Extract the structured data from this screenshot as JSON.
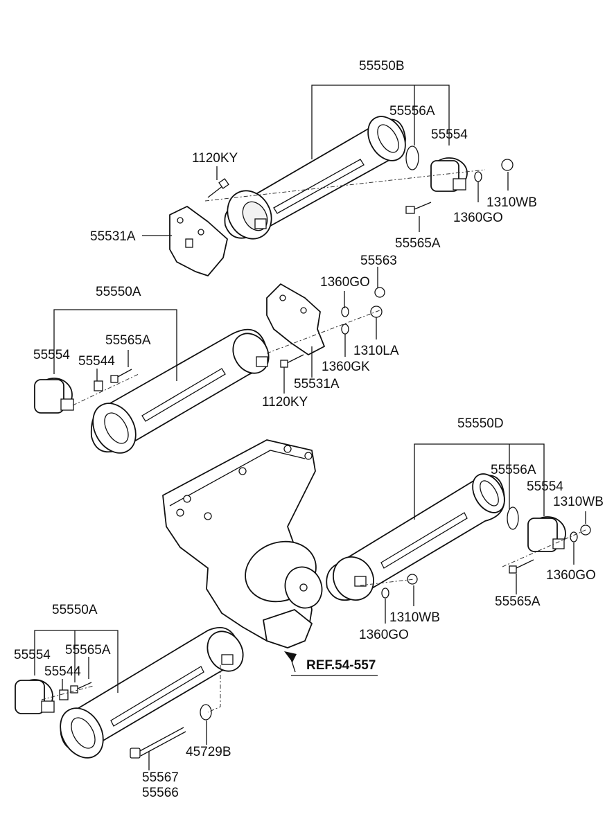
{
  "labels": {
    "top_assembly": "55550B",
    "top_snap_ring": "55556A",
    "top_bushing": "55554",
    "top_bolt": "1120KY",
    "top_bracket": "55531A",
    "top_nut": "1310WB",
    "top_washer": "1360GO",
    "top_bolt2": "55565A",
    "mid_nut_a": "55563",
    "mid_washer_a": "1360GO",
    "mid_assembly": "55550A",
    "mid_bushing": "55554",
    "mid_bolt": "55565A",
    "mid_clip": "55544",
    "mid_nut_b": "1310LA",
    "mid_washer_b": "1360GK",
    "mid_bracket": "55531A",
    "mid_bolt2": "1120KY",
    "right_assembly": "55550D",
    "right_snap_ring": "55556A",
    "right_bushing": "55554",
    "right_nut": "1310WB",
    "right_washer": "1360GO",
    "right_bolt": "55565A",
    "center_nut": "1310WB",
    "center_washer": "1360GO",
    "reference": "REF.54-557",
    "bottom_assembly": "55550A",
    "bottom_bushing": "55554",
    "bottom_bolt": "55565A",
    "bottom_clip": "55544",
    "bottom_washer": "45729B",
    "bottom_long_bolt_a": "55567",
    "bottom_long_bolt_b": "55566"
  }
}
